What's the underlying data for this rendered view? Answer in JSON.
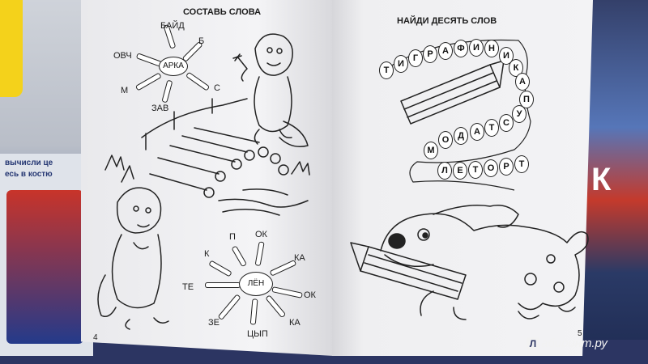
{
  "background": {
    "left_cover_lines": [
      "вычисли це",
      "есь в костю"
    ],
    "right_cover_letter": "К"
  },
  "left_page": {
    "title": "СОСТАВЬ СЛОВА",
    "page_number": "4",
    "puzzle_1": {
      "hub": "АРКА",
      "words": [
        "БАЙД",
        "Б",
        "ОВЧ",
        "М",
        "ЗАВ",
        "С"
      ]
    },
    "puzzle_2": {
      "hub": "ЛЁН",
      "words": [
        "П",
        "ОК",
        "К",
        "КА",
        "ТЕ",
        "ОК",
        "ЗЕ",
        "ЦЫП",
        "КА"
      ]
    }
  },
  "right_page": {
    "title": "НАЙДИ ДЕСЯТЬ СЛОВ",
    "page_number": "5",
    "chain_top": [
      "Т",
      "И",
      "Г",
      "Р",
      "А",
      "Ф",
      "И",
      "Н"
    ],
    "chain_right": [
      "И",
      "К",
      "А"
    ],
    "chain_middle": [
      "П",
      "У",
      "С",
      "Т",
      "А",
      "Д",
      "О",
      "М"
    ],
    "chain_bottom": [
      "Л",
      "Е",
      "Т",
      "О",
      "Р",
      "Т"
    ]
  },
  "watermark": {
    "logo_letter": "Л",
    "text": "абиринт.ру"
  }
}
